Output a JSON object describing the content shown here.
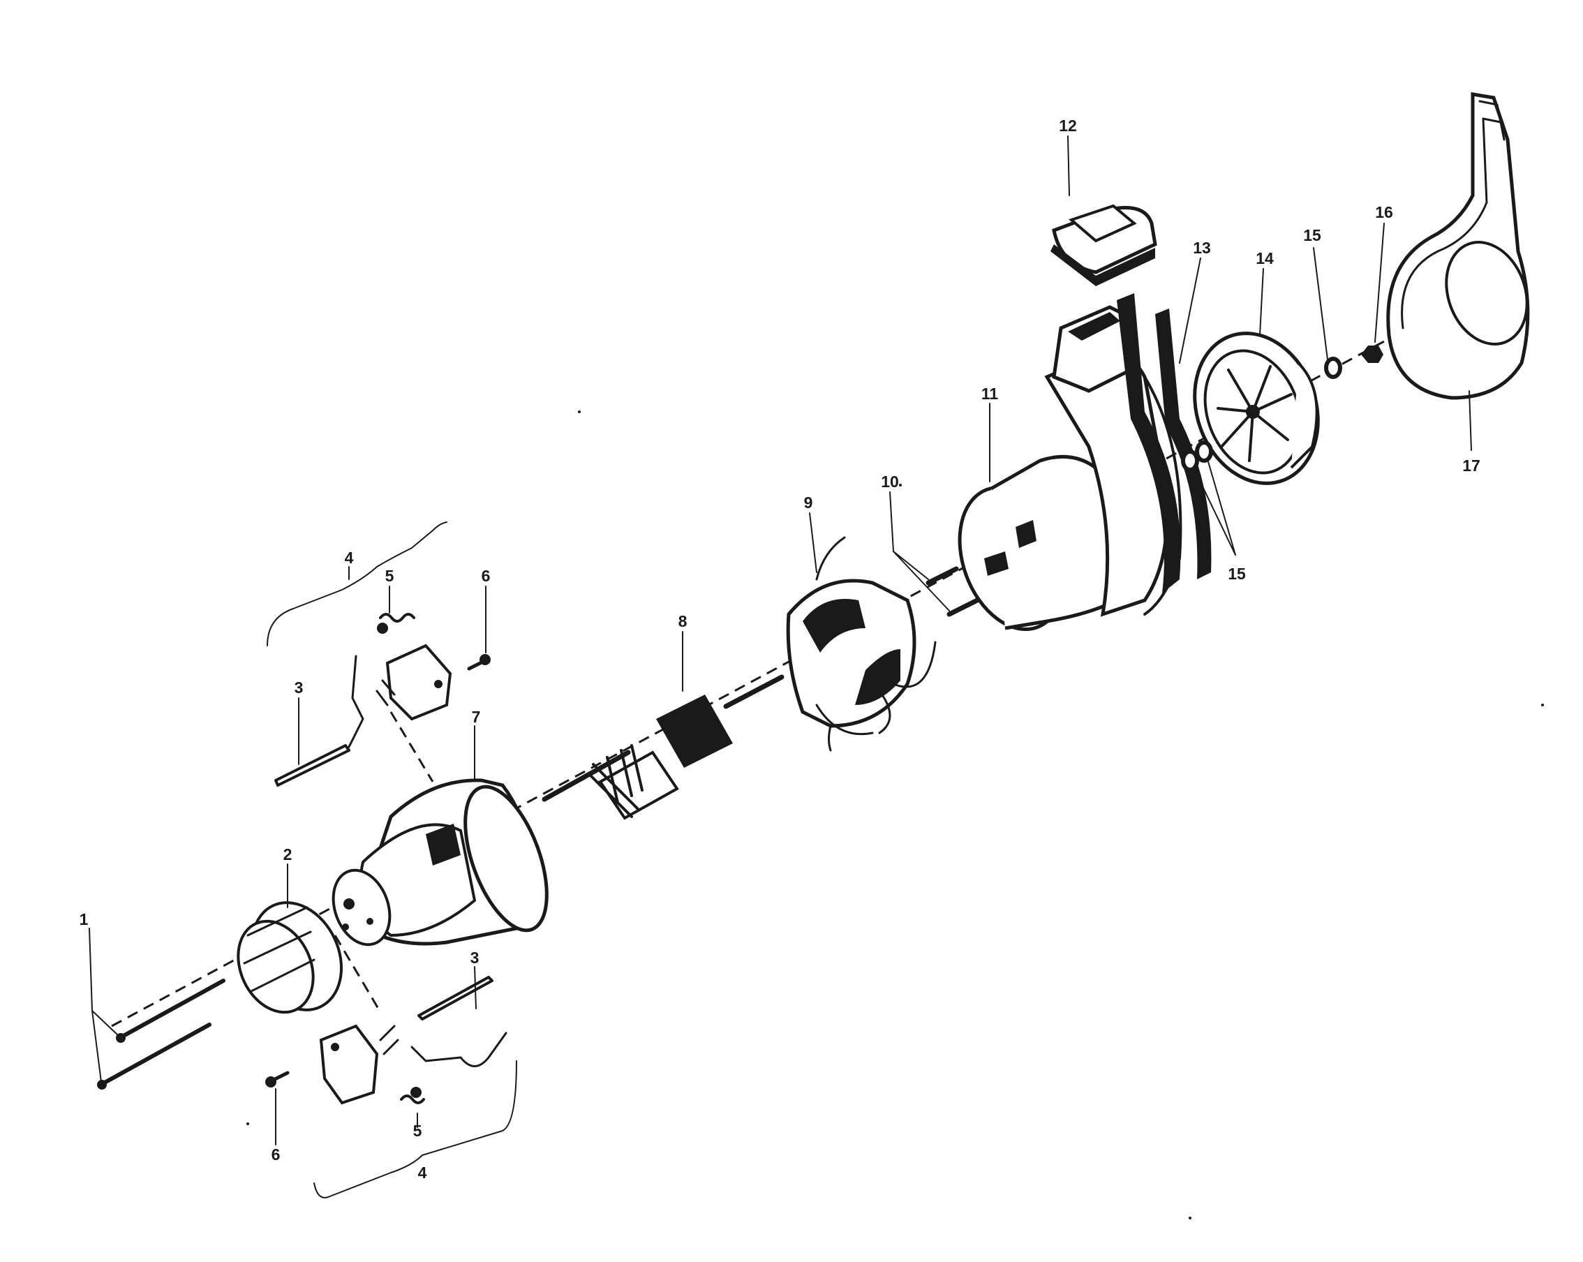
{
  "diagram": {
    "style": "exploded-view line drawing, black ink on white",
    "ink_color": "#1a1a1a",
    "background_color": "#ffffff",
    "callouts": [
      {
        "id": "c1",
        "text": "1"
      },
      {
        "id": "c2",
        "text": "2"
      },
      {
        "id": "c3a",
        "text": "3"
      },
      {
        "id": "c3b",
        "text": "3"
      },
      {
        "id": "c4a",
        "text": "4"
      },
      {
        "id": "c4b",
        "text": "4"
      },
      {
        "id": "c5a",
        "text": "5"
      },
      {
        "id": "c5b",
        "text": "5"
      },
      {
        "id": "c6a",
        "text": "6"
      },
      {
        "id": "c6b",
        "text": "6"
      },
      {
        "id": "c7",
        "text": "7"
      },
      {
        "id": "c8",
        "text": "8"
      },
      {
        "id": "c9",
        "text": "9"
      },
      {
        "id": "c10",
        "text": "10"
      },
      {
        "id": "c11",
        "text": "11"
      },
      {
        "id": "c12",
        "text": "12"
      },
      {
        "id": "c13",
        "text": "13"
      },
      {
        "id": "c14",
        "text": "14"
      },
      {
        "id": "c15a",
        "text": "15"
      },
      {
        "id": "c15b",
        "text": "15"
      },
      {
        "id": "c16",
        "text": "16"
      },
      {
        "id": "c17",
        "text": "17"
      }
    ]
  }
}
